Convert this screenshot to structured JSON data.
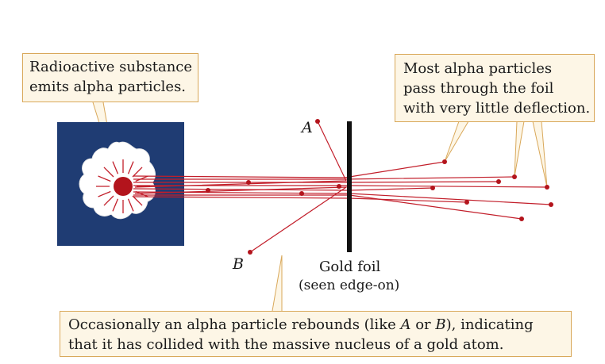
{
  "callouts": {
    "source": [
      "Radioactive substance",
      "emits alpha particles."
    ],
    "most": [
      "Most alpha particles",
      "pass through the foil",
      "with very little deflection."
    ],
    "rebound": [
      [
        "Occasionally an alpha particle rebounds (like ",
        "A",
        " or ",
        "B",
        "), indicating"
      ],
      [
        "that it has collided with the massive nucleus of a gold atom."
      ]
    ]
  },
  "labels": {
    "a": "A",
    "b": "B",
    "foil": "Gold foil",
    "foil_note": "(seen edge-on)"
  },
  "colors": {
    "source_box": "#1f3c73",
    "beam": "#c21e2a",
    "particle": "#b3141c",
    "foil": "#111111",
    "callout_bg": "#fdf6e6",
    "callout_border": "#d9a85a"
  }
}
